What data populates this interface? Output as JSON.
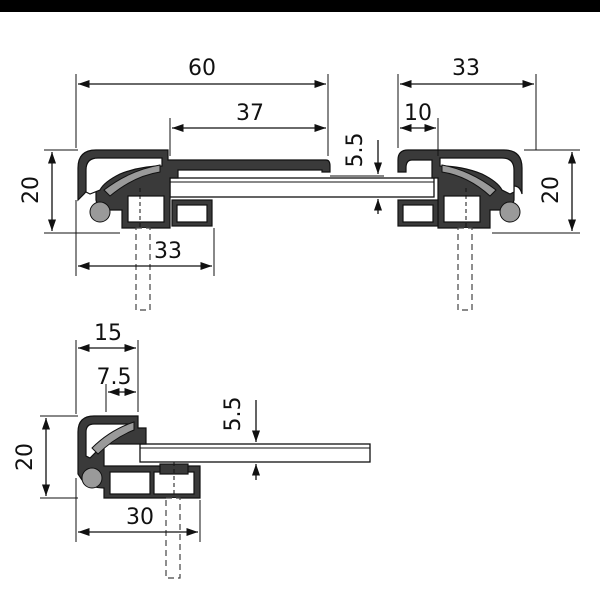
{
  "drawing": {
    "top_left_profile": {
      "dim_width": "60",
      "dim_inner": "37",
      "dim_height": "20",
      "dim_base": "33",
      "dim_panel": "5.5"
    },
    "top_right_profile": {
      "dim_width": "33",
      "dim_offset": "10",
      "dim_height": "20"
    },
    "bottom_profile": {
      "dim_width": "15",
      "dim_offset": "7.5",
      "dim_height": "20",
      "dim_panel": "5.5",
      "dim_base": "30"
    }
  }
}
